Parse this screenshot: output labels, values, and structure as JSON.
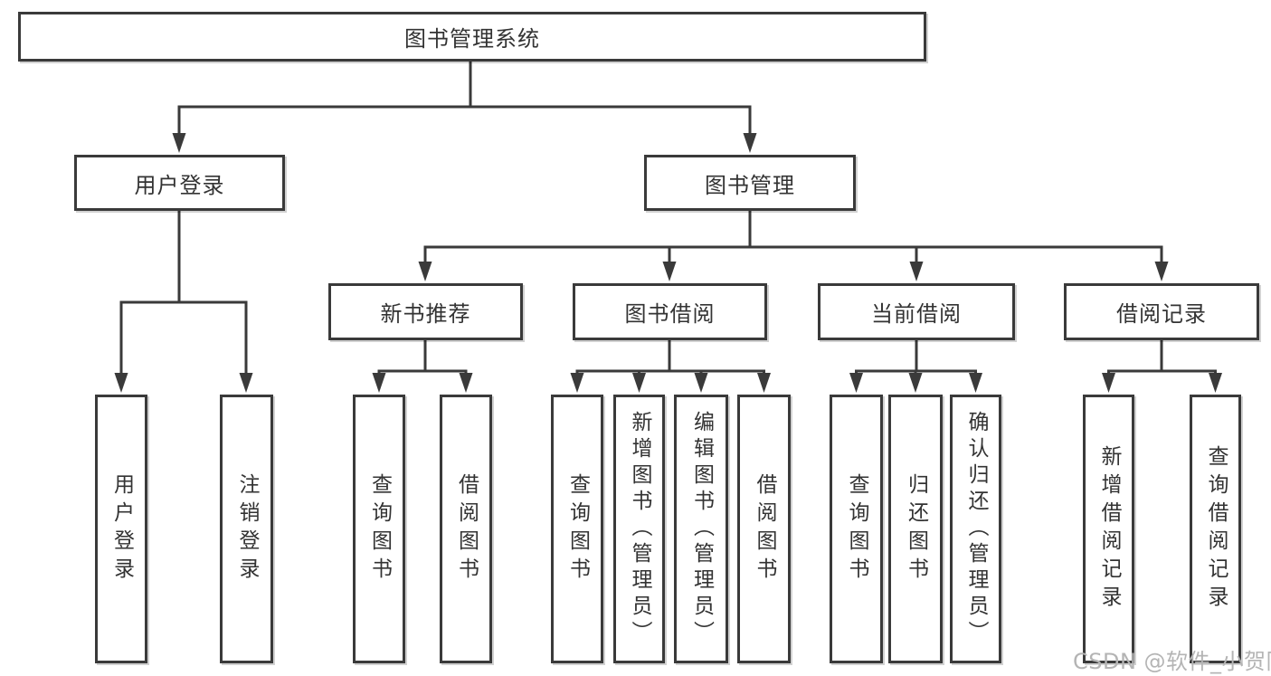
{
  "diagram": {
    "root": {
      "label": "图书管理系统"
    },
    "branches": [
      {
        "label": "用户登录",
        "children": [
          {
            "label": "用户登录"
          },
          {
            "label": "注销登录"
          }
        ]
      },
      {
        "label": "图书管理",
        "groups": [
          {
            "label": "新书推荐",
            "children": [
              {
                "label": "查询图书"
              },
              {
                "label": "借阅图书"
              }
            ]
          },
          {
            "label": "图书借阅",
            "children": [
              {
                "label": "查询图书"
              },
              {
                "label": "新增图书（管理员）"
              },
              {
                "label": "编辑图书（管理员）"
              },
              {
                "label": "借阅图书"
              }
            ]
          },
          {
            "label": "当前借阅",
            "children": [
              {
                "label": "查询图书"
              },
              {
                "label": "归还图书"
              },
              {
                "label": "确认归还（管理员）"
              }
            ]
          },
          {
            "label": "借阅记录",
            "children": [
              {
                "label": "新增借阅记录"
              },
              {
                "label": "查询借阅记录"
              }
            ]
          }
        ]
      }
    ]
  },
  "colors": {
    "line": "#3a3a3a",
    "text": "#333333",
    "background": "#ffffff",
    "watermark": "#b4b4b4"
  },
  "watermark": {
    "text": "CSDN @软件_小贺同学"
  }
}
